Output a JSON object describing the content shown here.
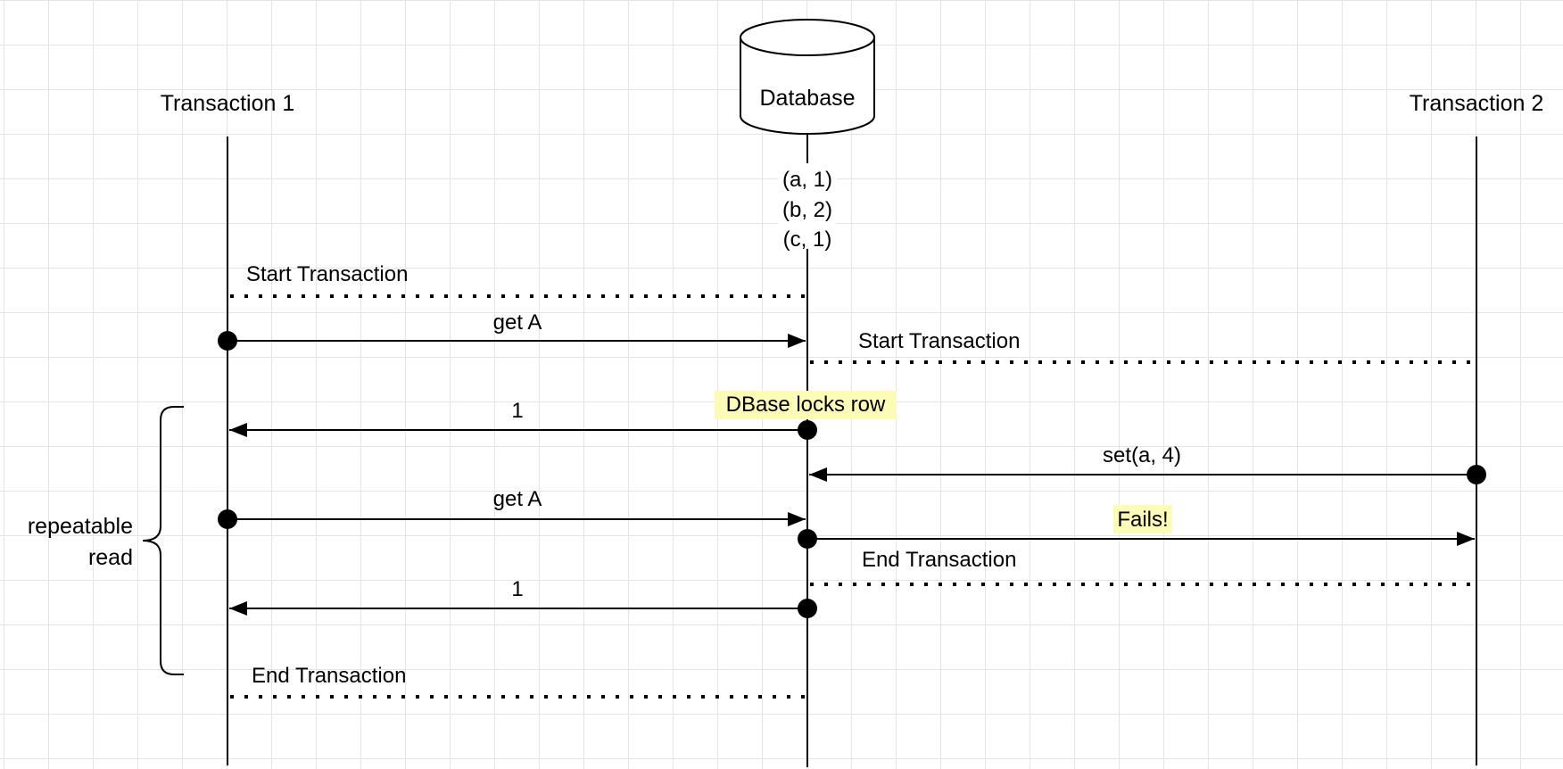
{
  "participants": {
    "t1": "Transaction 1",
    "db": "Database",
    "t2": "Transaction 2"
  },
  "db_rows": [
    "(a, 1)",
    "(b, 2)",
    "(c, 1)"
  ],
  "messages": {
    "start_t1": "Start Transaction",
    "get_a_1": "get A",
    "start_t2": "Start Transaction",
    "ret_1": "1",
    "set_a": "set(a, 4)",
    "get_a_2": "get A",
    "end_t2": "End Transaction",
    "ret_2": "1",
    "end_t1": "End Transaction"
  },
  "notes": {
    "lock": "DBase locks row",
    "fails": "Fails!"
  },
  "bracket": {
    "line1": "repeatable",
    "line2": "read"
  },
  "colors": {
    "highlight": "#fdfcb6",
    "line": "#000000",
    "grid": "#e4e4e4"
  }
}
